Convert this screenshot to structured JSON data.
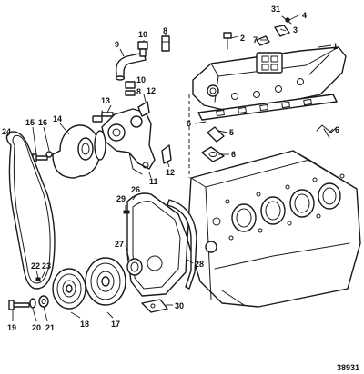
{
  "diagram_reference": "38931",
  "callouts": {
    "c1": "1",
    "c2": "2",
    "c3": "3",
    "c4": "4",
    "c5": "5",
    "c6a": "6",
    "c6b": "6",
    "c6c": "6",
    "c7": "7",
    "c8a": "8",
    "c8b": "8",
    "c9": "9",
    "c10a": "10",
    "c10b": "10",
    "c11": "11",
    "c12a": "12",
    "c12b": "12",
    "c13": "13",
    "c14": "14",
    "c15": "15",
    "c16": "16",
    "c17": "17",
    "c18": "18",
    "c19": "19",
    "c20": "20",
    "c21": "21",
    "c22": "22",
    "c23": "23",
    "c24": "24",
    "c26": "26",
    "c27": "27",
    "c28": "28",
    "c29": "29",
    "c30": "30",
    "c31": "31"
  }
}
